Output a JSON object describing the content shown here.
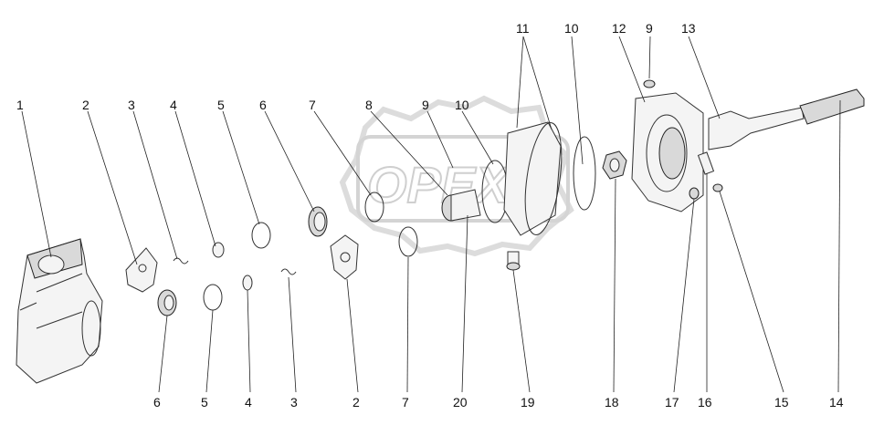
{
  "diagram": {
    "watermark": "OPEX",
    "callouts_top": [
      "1",
      "2",
      "3",
      "4",
      "5",
      "6",
      "7",
      "8",
      "9",
      "10",
      "11",
      "10",
      "12",
      "9",
      "13"
    ],
    "callouts_bottom": [
      "6",
      "5",
      "4",
      "3",
      "2",
      "7",
      "20",
      "19",
      "18",
      "17",
      "16",
      "15",
      "14"
    ],
    "colors": {
      "line": "#333333",
      "fill": "#f4f4f4",
      "watermark": "#cfcfcf"
    }
  }
}
